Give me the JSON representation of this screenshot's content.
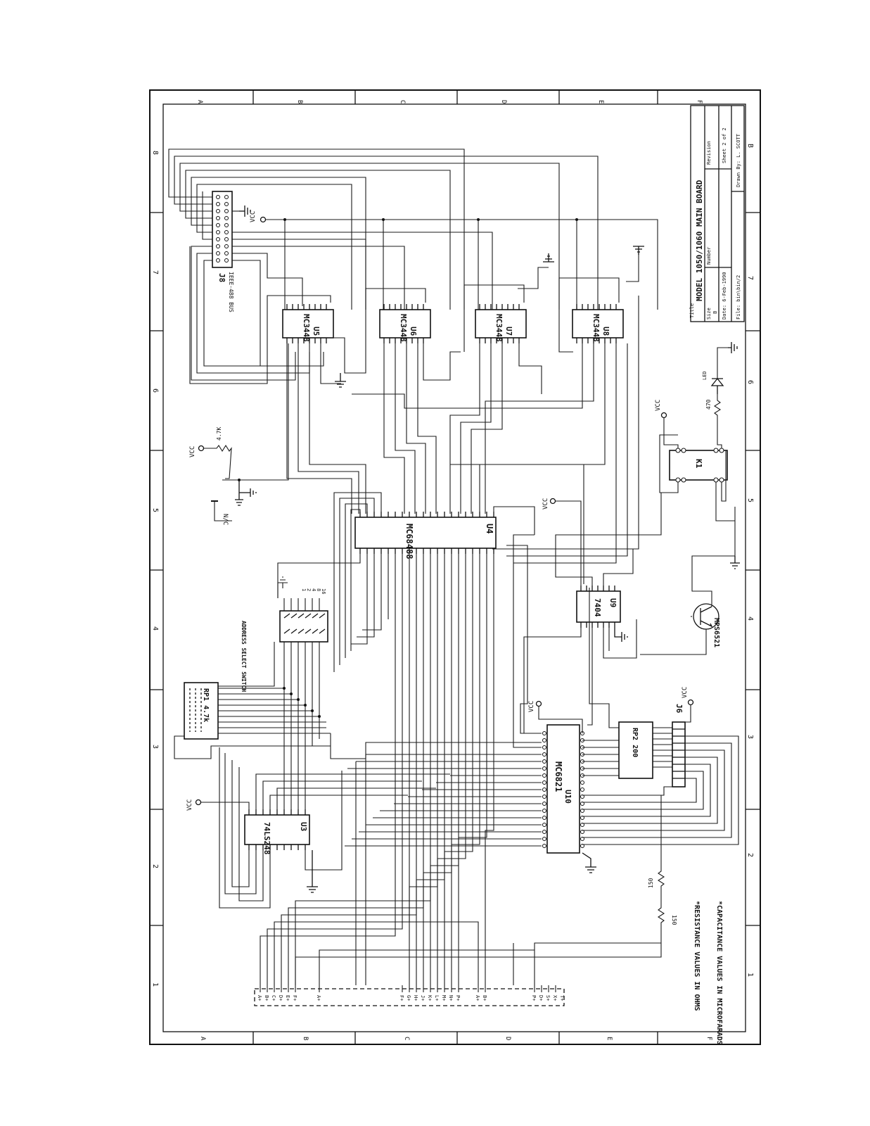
{
  "title_block": {
    "title_label": "Title",
    "title": "MODEL 1050/1060 MAIN BOARD",
    "size_label": "Size",
    "size": "B",
    "number_label": "Number",
    "revision_label": "Revision",
    "date": "Date: 6-Feb-1990",
    "sheet": "Sheet 2 of 2",
    "file": "File: bin\\bin/2",
    "drawn_by": "Drawn By: L. SCOTT"
  },
  "zones": {
    "top": [
      "A",
      "B",
      "C",
      "D",
      "E",
      "F"
    ],
    "bottom": [
      "A",
      "B",
      "C",
      "D",
      "E",
      "F"
    ],
    "left": [
      "8",
      "7",
      "6",
      "5",
      "4",
      "3",
      "2",
      "1"
    ],
    "right": [
      "B",
      "7",
      "6",
      "5",
      "4",
      "3",
      "2",
      "1"
    ]
  },
  "components": {
    "j8": {
      "ref": "J8",
      "name": "IEEE-488 BUS"
    },
    "u5": {
      "ref": "U5",
      "part": "MC3448"
    },
    "u6": {
      "ref": "U6",
      "part": "MC3448"
    },
    "u7": {
      "ref": "U7",
      "part": "MC3448"
    },
    "u8": {
      "ref": "U8",
      "part": "MC3448"
    },
    "u4": {
      "ref": "U4",
      "part": "MC68488"
    },
    "u9": {
      "ref": "U9",
      "part": "7404"
    },
    "u10": {
      "ref": "U10",
      "part": "MC6821"
    },
    "u3": {
      "ref": "U3",
      "part": "74LS248"
    },
    "rp1": {
      "label": "RP1 4.7k"
    },
    "rp2": {
      "label": "RP2 200"
    },
    "j6": {
      "ref": "J6"
    },
    "k1": {
      "ref": "K1"
    },
    "q1": {
      "part": "MPS6521"
    },
    "switch": {
      "label": "ADDRESS SELECT SWITCH",
      "pins": [
        "1",
        "2",
        "4",
        "8",
        "16"
      ]
    },
    "r_pullup": {
      "value": "4.7K"
    },
    "r_led": {
      "value": "470"
    },
    "r_a": {
      "value": "150"
    },
    "r_b": {
      "value": "150"
    },
    "nc": {
      "label": "N/C"
    },
    "led": {
      "label": "LED"
    }
  },
  "power": {
    "vcc": "VCC"
  },
  "notes": [
    "*RESISTANCE VALUES IN OHMS",
    "*CAPACITANCE VALUES IN MICROFARADS"
  ],
  "connector_labels": [
    "A+",
    "B+",
    "C+",
    "D+",
    "E+",
    "F+",
    "A+",
    "F+",
    "G+",
    "H+",
    "J+",
    "K+",
    "L+",
    "M+",
    "N+",
    "P+",
    "A+",
    "B+",
    "P+",
    "D+",
    "S+",
    "X+",
    "T+"
  ]
}
